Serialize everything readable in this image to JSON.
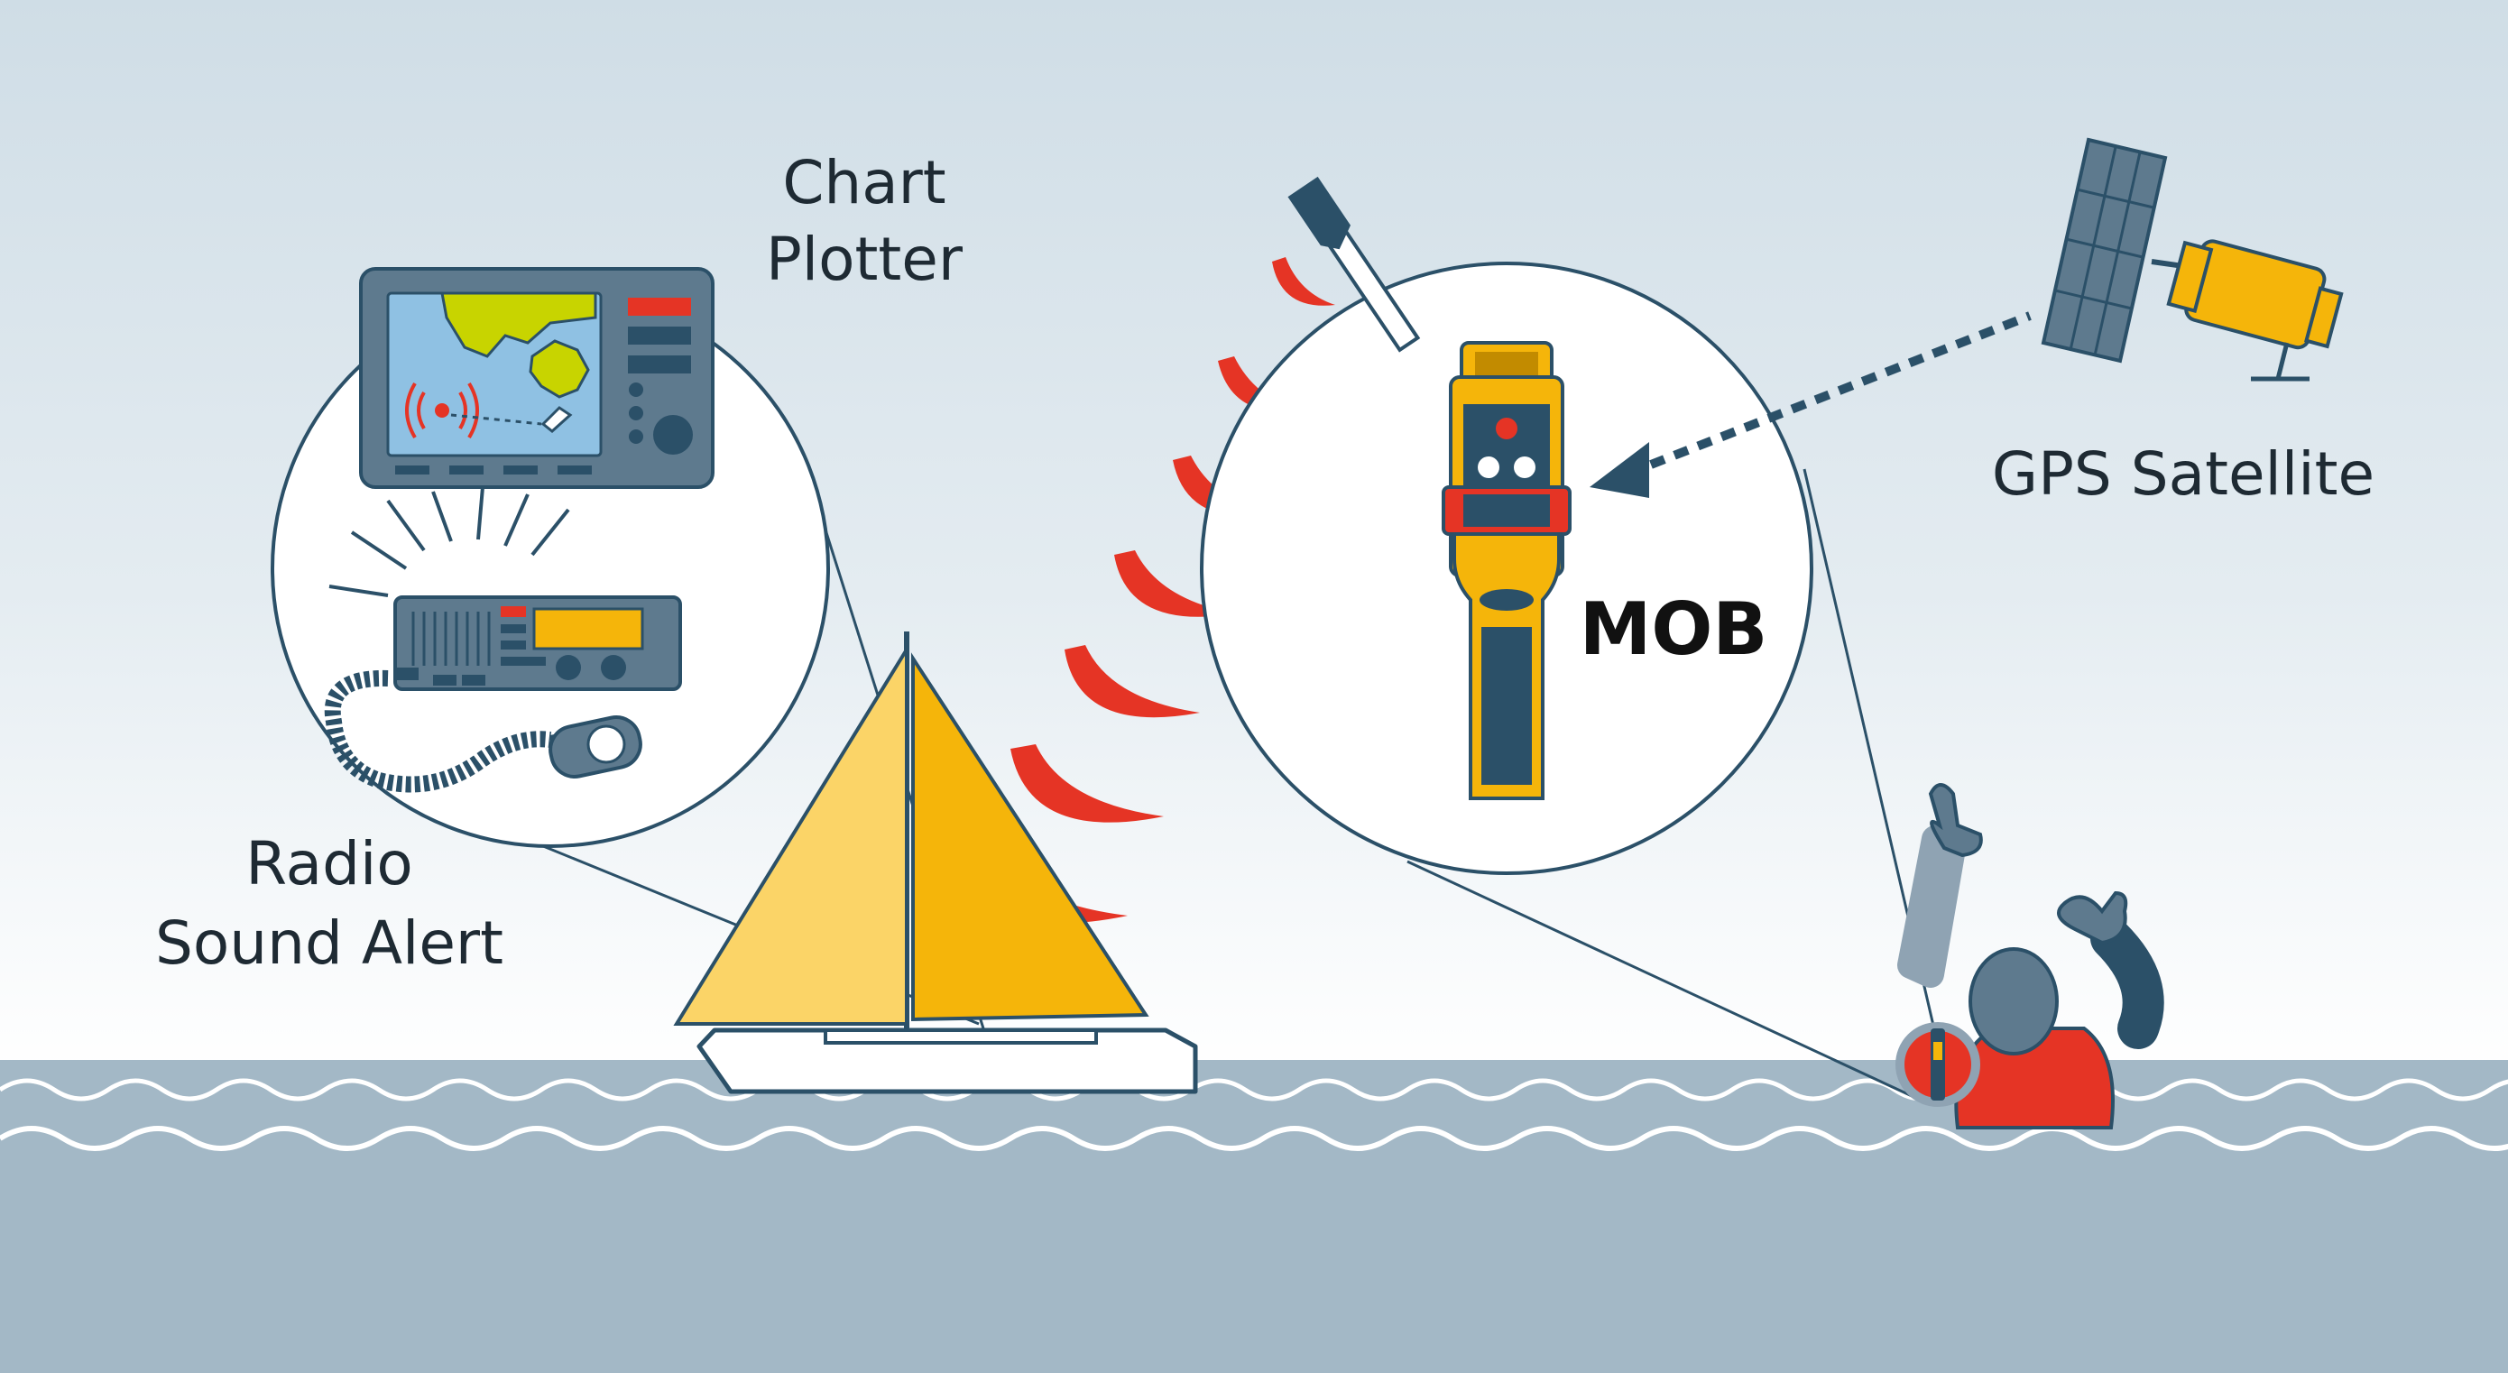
{
  "labels": {
    "chart_plotter_line1": "Chart",
    "chart_plotter_line2": "Plotter",
    "radio_line1": "Radio",
    "radio_line2": "Sound Alert",
    "mob": "MOB",
    "gps": "GPS Satellite"
  },
  "colors": {
    "sky_top": "#cfdde6",
    "sea": "#a3b8c6",
    "yellow": "#f5b50a",
    "red": "#e53425",
    "navy": "#2b5068",
    "device_gray": "#5e7a8e",
    "screen_blue": "#8fc1e3",
    "land": "#c8d400"
  },
  "icons": [
    "chart-plotter-icon",
    "vhf-radio-icon",
    "microphone-icon",
    "sailboat-icon",
    "mob-beacon-icon",
    "gps-satellite-icon",
    "person-in-water-icon",
    "signal-wave-icon"
  ]
}
